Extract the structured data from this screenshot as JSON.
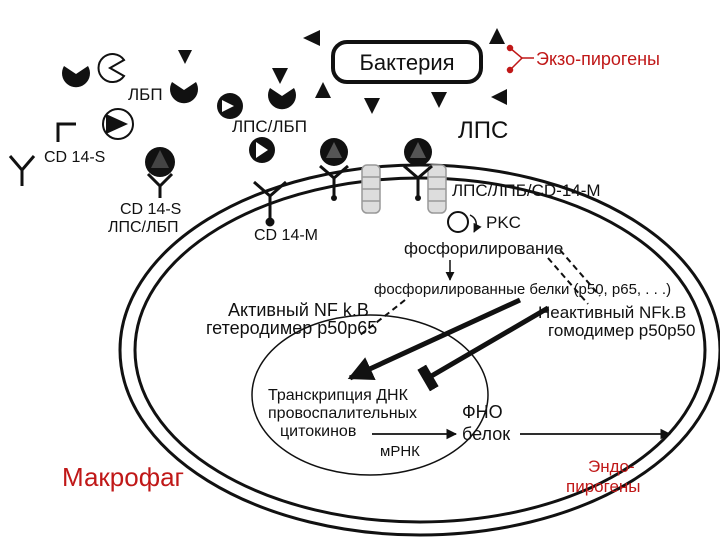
{
  "labels": {
    "bacteria": "Бактерия",
    "exo_pyrogens": "Экзо-пирогены",
    "lbp": "ЛБП",
    "lps_lbp": "ЛПС/ЛБП",
    "lps": "ЛПС",
    "cd14s": "CD 14-S",
    "cd14s_complex_line1": "CD 14-S",
    "cd14s_complex_line2": "ЛПС/ЛБП",
    "lps_lpb_cd14m": "ЛПС/ЛПБ/CD-14-M",
    "cd14m": "CD 14-M",
    "pkc": "PKC",
    "phosphorylation": "фосфорилирование",
    "phospho_proteins": "фосфорилированные белки (p50, p65, . . .)",
    "active_nfkb_line1": "Активный NF k.B",
    "active_nfkb_line2": "гетеродимер p50p65",
    "inactive_nfkb_line1": "Неактивный NFk.B",
    "inactive_nfkb_line2": "гомодимер p50p50",
    "transcription_line1": "Транскрипция ДНК",
    "transcription_line2": "провоспалительных",
    "transcription_line3": "цитокинов",
    "mrna": "мРНК",
    "tnf_line1": "ФНО",
    "tnf_line2": "белок",
    "macrophage": "Макрофаг",
    "endo_line1": "Эндо-",
    "endo_line2": "пирогены"
  },
  "colors": {
    "ink": "#111111",
    "accent": "#c01818"
  },
  "icons": {
    "lps_particle": "triangle",
    "lbp_particle": "pacman",
    "receptor": "y-receptor"
  }
}
